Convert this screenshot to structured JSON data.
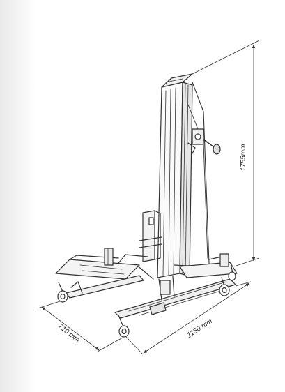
{
  "dimensions": {
    "height_label": "1755mm",
    "length_label": "1150 mm",
    "width_label": "710 mm"
  },
  "colors": {
    "line": "#333333",
    "background": "#ffffff"
  }
}
